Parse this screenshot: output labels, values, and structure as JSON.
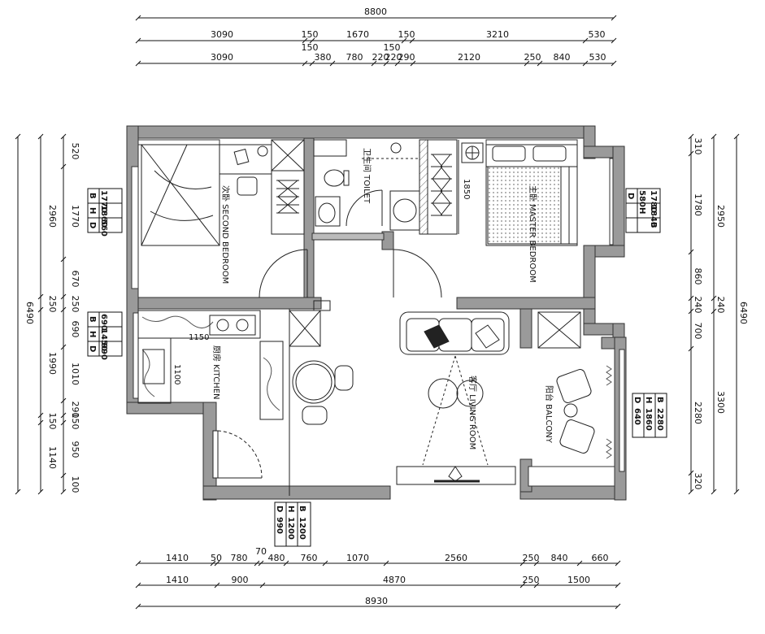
{
  "top_dims": {
    "total": "8800",
    "row1": [
      "3090",
      "150",
      "1670",
      "150",
      "3210",
      "530"
    ],
    "mid150a": "150",
    "mid150b": "150",
    "row2": [
      "3090",
      "380",
      "780",
      "220",
      "220",
      "290",
      "2120",
      "250",
      "840",
      "530"
    ]
  },
  "bottom_dims": {
    "row1": [
      "1410",
      "50",
      "780",
      "70",
      "480",
      "760",
      "1070",
      "2560",
      "250",
      "840",
      "660"
    ],
    "row2": [
      "1410",
      "900",
      "4870",
      "250",
      "1500"
    ],
    "total": "8930"
  },
  "left_dims": {
    "total": "6490",
    "outer": [
      "2960",
      "250",
      "1990",
      "150",
      "1140"
    ],
    "inner": [
      "520",
      "1770",
      "670",
      "250",
      "690",
      "1010",
      "290",
      "150",
      "950",
      "100"
    ]
  },
  "right_dims": {
    "total": "6490",
    "outer": [
      "2950",
      "240",
      "3300"
    ],
    "inner": [
      "310",
      "1780",
      "860",
      "240",
      "700",
      "2280",
      "320"
    ]
  },
  "rooms": {
    "second_bedroom": "次卧 SECOND BEDROOM",
    "toilet": "卫生间 TOILET",
    "master_bedroom": "主卧 MASTER BEDROOM",
    "kitchen": "厨房 KITCHEN",
    "living_room": "客厅 LIVING ROOM",
    "balcony": "阳台 BALCONY"
  },
  "interior_dims": {
    "wardrobe": "1850",
    "kitchen_w": "1100",
    "kitchen_s": "1150"
  },
  "tables": {
    "second_bedroom": {
      "B": "1770",
      "H": "1860",
      "D": "560"
    },
    "master_bedroom": {
      "B": "1780",
      "H": "1840",
      "D": "580"
    },
    "kitchen": {
      "B": "690",
      "H": "1450",
      "D": "990"
    },
    "entry": {
      "B": "1200",
      "H": "1200",
      "D": "990"
    },
    "balcony": {
      "B": "2280",
      "H": "1860",
      "D": "640"
    }
  }
}
